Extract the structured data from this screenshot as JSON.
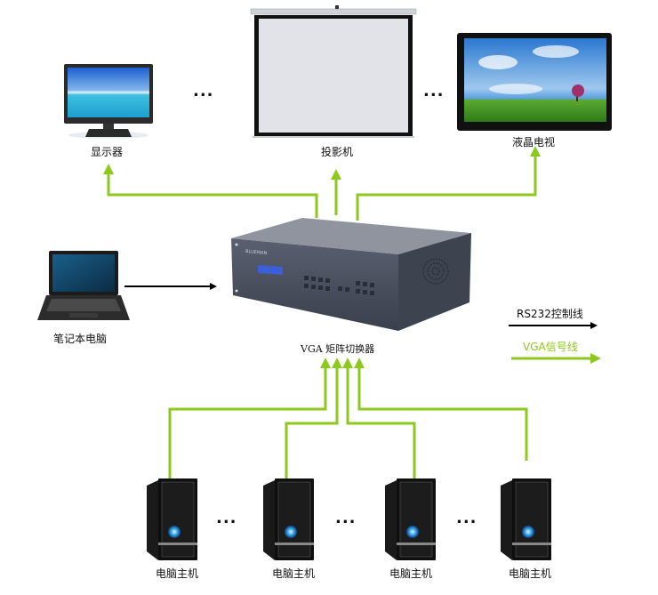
{
  "colors": {
    "vga_line": "#8cc81e",
    "rs232_line": "#000000"
  },
  "devices": {
    "monitor": {
      "label": "显示器"
    },
    "projector": {
      "label": "投影机"
    },
    "lcd_tv": {
      "label": "液晶电视"
    },
    "laptop": {
      "label": "笔记本电脑"
    },
    "matrix_switcher": {
      "label": "VGA 矩阵切换器"
    },
    "hosts": [
      {
        "label": "电脑主机"
      },
      {
        "label": "电脑主机"
      },
      {
        "label": "电脑主机"
      },
      {
        "label": "电脑主机"
      }
    ]
  },
  "ellipsis": "...",
  "legend": {
    "rs232": "RS232控制线",
    "vga": "VGA信号线"
  }
}
